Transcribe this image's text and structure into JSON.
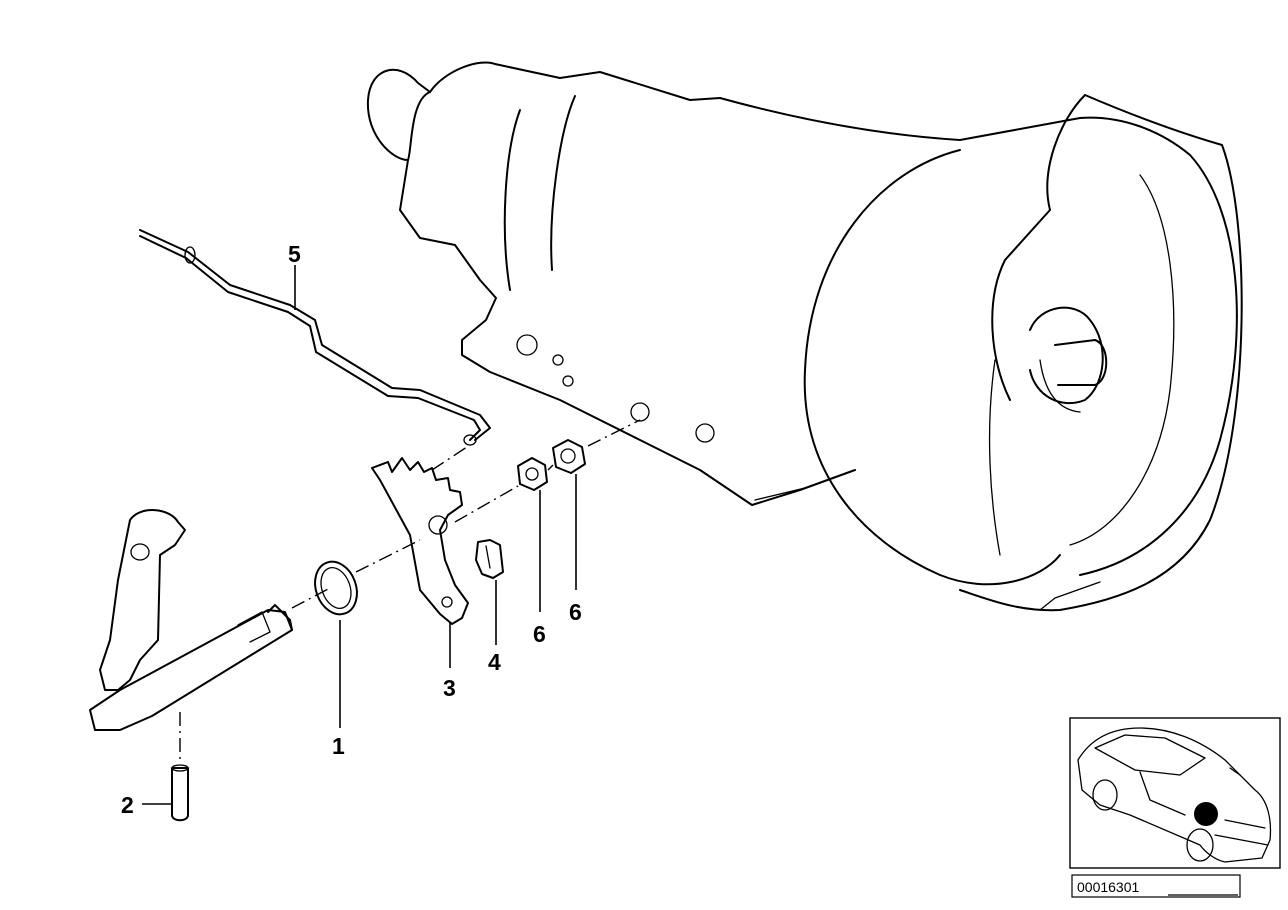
{
  "diagram": {
    "labels": {
      "l1": "1",
      "l2": "2",
      "l3": "3",
      "l4": "4",
      "l5": "5",
      "l6a": "6",
      "l6b": "6"
    },
    "diagram_id": "00016301"
  }
}
